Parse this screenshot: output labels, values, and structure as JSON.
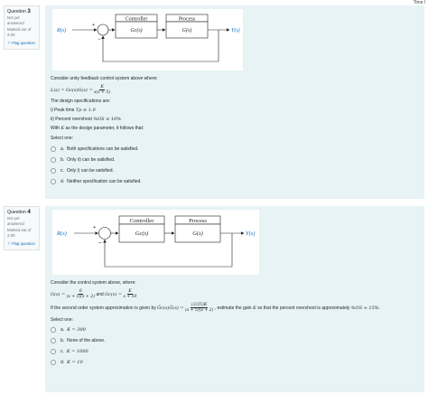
{
  "header": {
    "time_left": "Time l"
  },
  "questions": [
    {
      "number_label": "Question",
      "number": "3",
      "state": "Not yet answered",
      "grade": "Marked out of 2.00",
      "flag_label": "Flag question",
      "diagram": {
        "controller_label": "Controller",
        "process_label": "Process",
        "controller_tf": "Gc(s)",
        "process_tf": "G(s)",
        "input": "R(s)",
        "output": "Y(s)",
        "plus": "+",
        "minus": "−"
      },
      "intro": "Consider unity feedback control system above where:",
      "equation_lhs": "L(s) = Gc(s)G(s) =",
      "equation_num": "K",
      "equation_den": "s(s + 5)",
      "specs_intro": "The design specifications are:",
      "spec_1_text": "i) Peak time",
      "spec_1_math": "Tp ≤ 1.0",
      "spec_2_text": "ii) Percent overshoot",
      "spec_2_math": "%OS ≤ 10%",
      "closing_pre": "With",
      "closing_math": "K",
      "closing_post": "as the design parameter, it follows that:",
      "select_one": "Select one:",
      "options": [
        {
          "letter": "a.",
          "text": "Both specifications can be satisfied."
        },
        {
          "letter": "b.",
          "text": "Only ii) can be satisfied."
        },
        {
          "letter": "c.",
          "text": "Only i) can be satisfied."
        },
        {
          "letter": "d.",
          "text": "Neither specification can be satisfied."
        }
      ]
    },
    {
      "number_label": "Question",
      "number": "4",
      "state": "Not yet answered",
      "grade": "Marked out of 2.00",
      "flag_label": "Flag question",
      "diagram": {
        "controller_label": "Controller",
        "process_label": "Process",
        "controller_tf": "Gc(s)",
        "process_tf": "G(s)",
        "input": "R(s)",
        "output": "Y(s)",
        "plus": "+",
        "minus": "−"
      },
      "intro": "Consider the control system above, where:",
      "g_lhs": "G(s) =",
      "g_num": "6",
      "g_den": "(s + 5)(s + 2)",
      "and": "and",
      "gc_lhs": "Gc(s) =",
      "gc_num": "K",
      "gc_den": "s + 50",
      "approx_pre": "If the second order system approximation is given by",
      "approx_lhs": "Ĝc(s)Ĝ(s) =",
      "approx_num": "(3/25)K",
      "approx_den": "(s + 5)(s + 2)",
      "approx_mid": ", estimate the gain",
      "approx_k": "K",
      "approx_post": "so that the percent overshoot is approximately",
      "approx_os": "%OS ≈ 15%.",
      "select_one": "Select one:",
      "options": [
        {
          "letter": "a.",
          "text": "K = 300"
        },
        {
          "letter": "b.",
          "text": "None of the above."
        },
        {
          "letter": "c.",
          "text": "K = 1000"
        },
        {
          "letter": "d.",
          "text": "K = 10"
        }
      ]
    }
  ]
}
